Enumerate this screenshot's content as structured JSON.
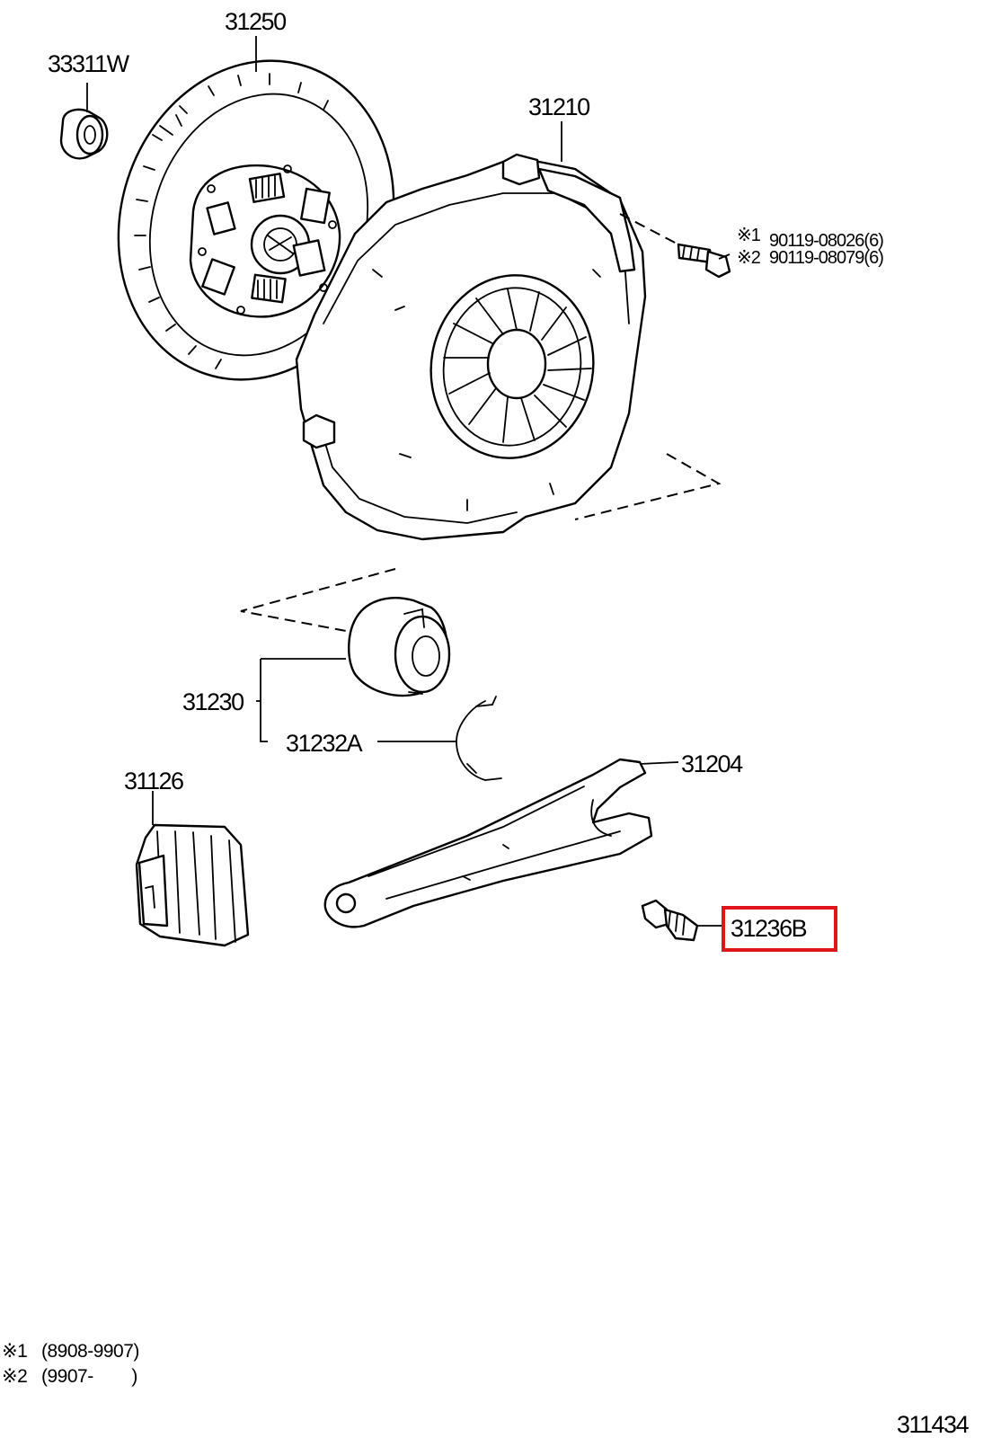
{
  "diagram": {
    "part_labels": {
      "clutch_disc": "31250",
      "pilot_bearing": "33311W",
      "clutch_cover": "31210",
      "release_bearing": "31230",
      "clip": "31232A",
      "release_fork": "31204",
      "boot": "31126",
      "pivot_bolt": "31236B"
    },
    "bolt_callouts": [
      {
        "marker": "※1",
        "part_no": "90119-08026(6)"
      },
      {
        "marker": "※2",
        "part_no": "90119-08079(6)"
      }
    ],
    "footnotes": [
      {
        "marker": "※1",
        "text": "(8908-9907)"
      },
      {
        "marker": "※2",
        "text": "(9907-        )"
      }
    ],
    "figure_number": "311434",
    "highlighted_part": "31236B",
    "highlight_color": "#e0141b"
  }
}
